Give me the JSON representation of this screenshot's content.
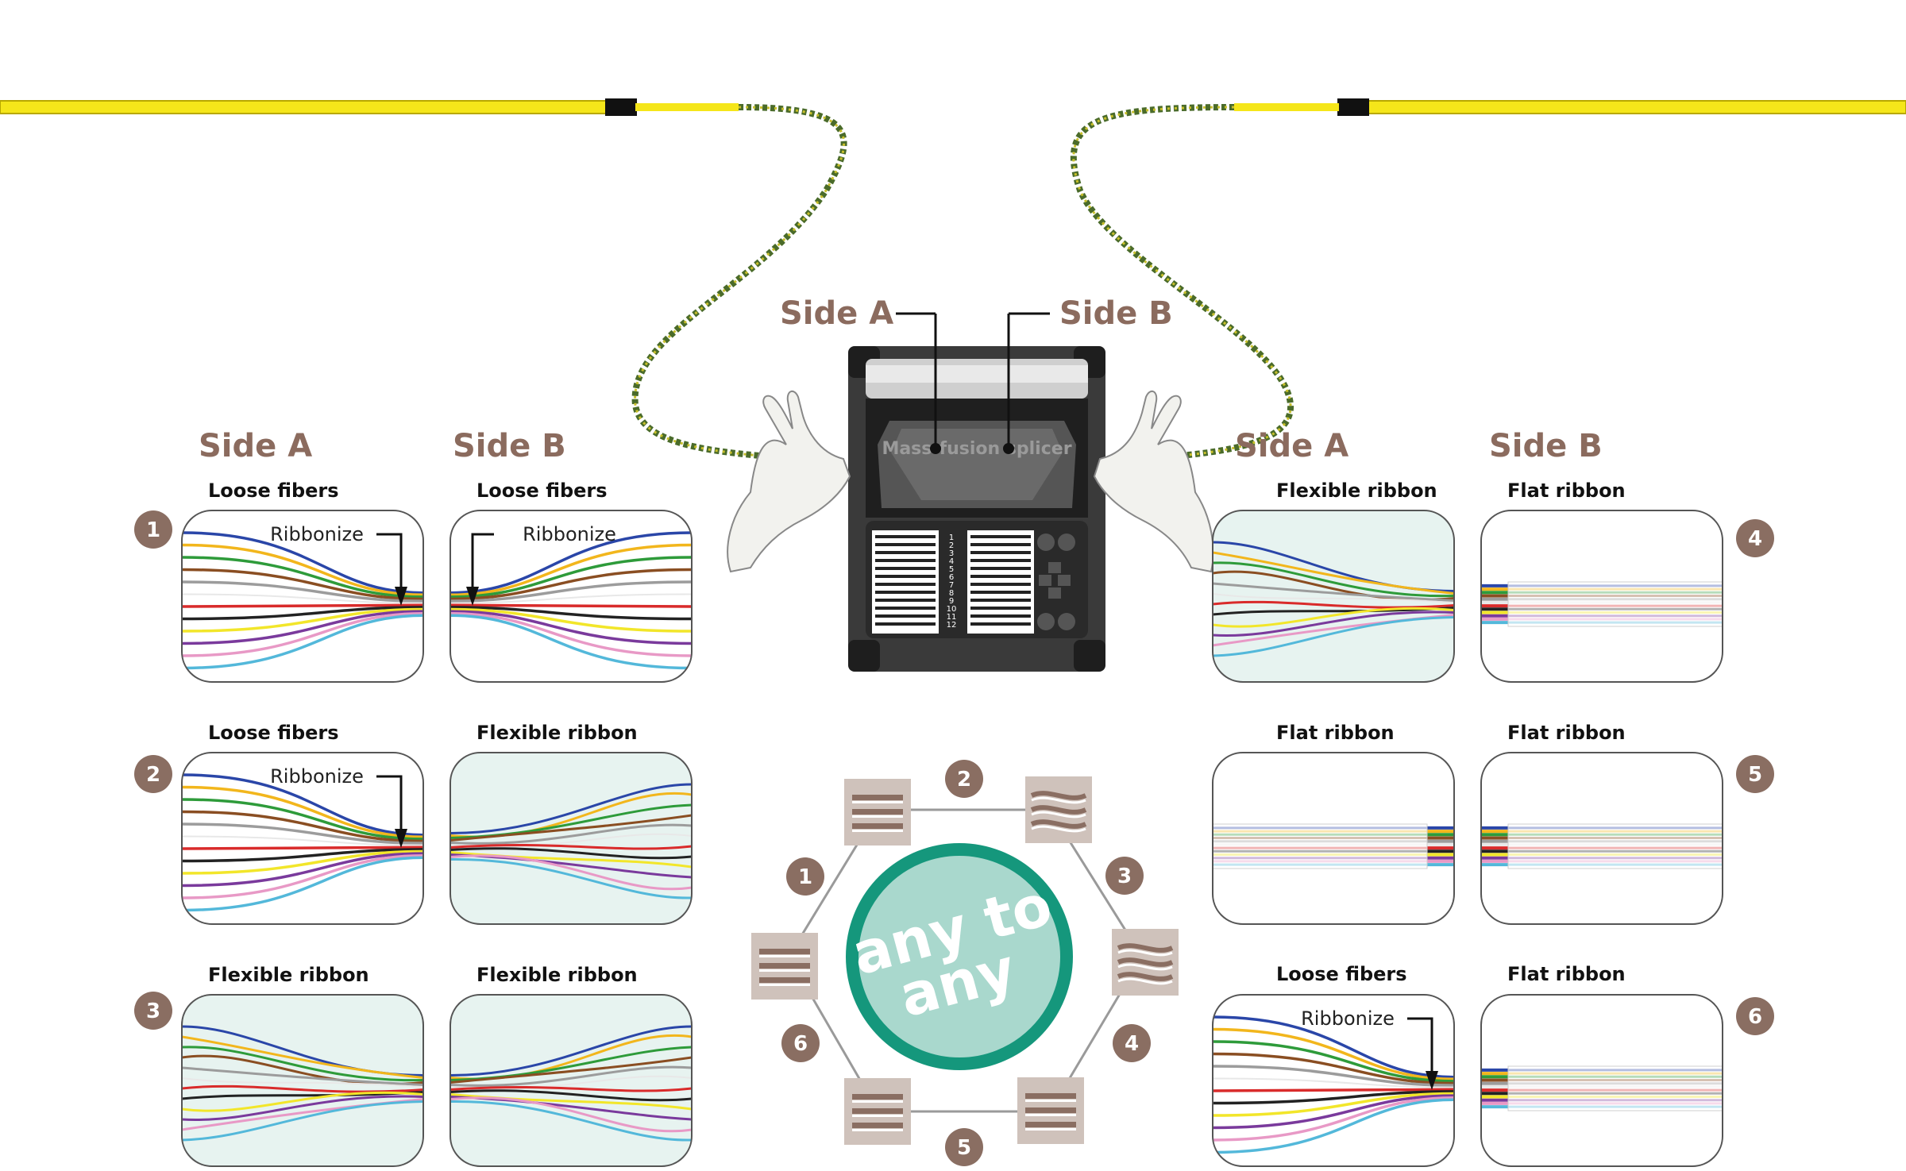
{
  "header": {
    "splicer_side_a": "Side A",
    "splicer_side_b": "Side B",
    "splicer_label": "Mass-fusion splicer"
  },
  "left_group": {
    "side_a": "Side A",
    "side_b": "Side B",
    "rows": [
      {
        "badge": "1",
        "a_title": "Loose fibers",
        "b_title": "Loose fibers",
        "a_note": "Ribbonize",
        "b_note": "Ribbonize"
      },
      {
        "badge": "2",
        "a_title": "Loose fibers",
        "b_title": "Flexible ribbon",
        "a_note": "Ribbonize"
      },
      {
        "badge": "3",
        "a_title": "Flexible ribbon",
        "b_title": "Flexible ribbon"
      }
    ]
  },
  "right_group": {
    "side_a": "Side A",
    "side_b": "Side B",
    "rows": [
      {
        "badge": "4",
        "a_title": "Flexible ribbon",
        "b_title": "Flat ribbon"
      },
      {
        "badge": "5",
        "a_title": "Flat ribbon",
        "b_title": "Flat ribbon"
      },
      {
        "badge": "6",
        "a_title": "Loose fibers",
        "b_title": "Flat ribbon",
        "a_note": "Ribbonize"
      }
    ]
  },
  "hub": {
    "line1": "any to",
    "line2": "any",
    "badges": [
      "1",
      "2",
      "3",
      "4",
      "5",
      "6"
    ]
  },
  "splicer_numbers": [
    "1",
    "2",
    "3",
    "4",
    "5",
    "6",
    "7",
    "8",
    "9",
    "10",
    "11",
    "12"
  ],
  "colors": {
    "label_brown": "#8b6b5e",
    "badge_brown": "#8a6e62",
    "teal_ring": "#15977c",
    "teal_fill": "#a9d8cd",
    "panel_tint": "#e7f3f0",
    "cable_yellow": "#f5e61a",
    "tile_bg": "#cfc2bb",
    "tile_stripe": "#8a6e62"
  },
  "fiber_colors": [
    "#2a46a8",
    "#f2b61c",
    "#2e9b3a",
    "#8a4e22",
    "#9c9c9c",
    "#e8e8e8",
    "#d92b2b",
    "#222222",
    "#f2e62a",
    "#7a3a9c",
    "#e899c6",
    "#53b8da"
  ]
}
